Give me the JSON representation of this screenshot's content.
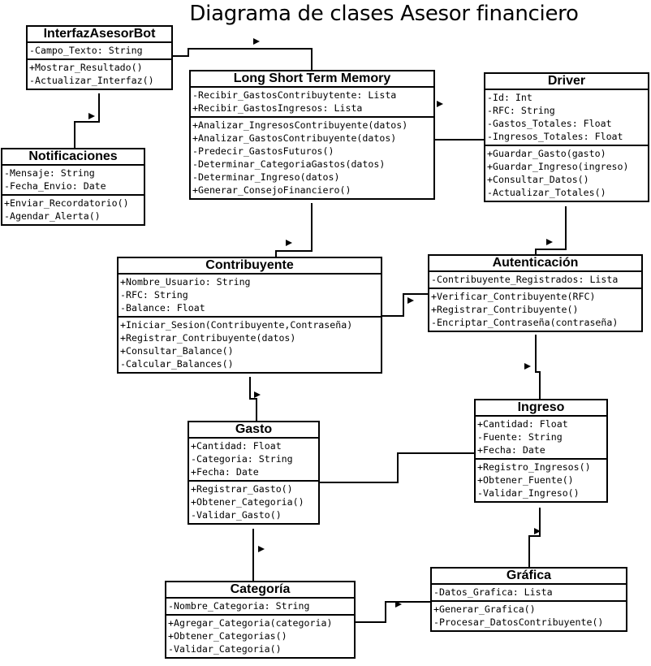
{
  "title": "Diagrama de clases Asesor financiero",
  "classes": {
    "interfaz": {
      "name": "InterfazAsesorBot",
      "attributes": [
        "-Campo_Texto: String"
      ],
      "operations": [
        "+Mostrar_Resultado()",
        "-Actualizar_Interfaz()"
      ]
    },
    "notificaciones": {
      "name": "Notificaciones",
      "attributes": [
        "-Mensaje: String",
        "-Fecha_Envio: Date"
      ],
      "operations": [
        "+Enviar_Recordatorio()",
        "-Agendar_Alerta()"
      ]
    },
    "lstm": {
      "name": "Long Short Term Memory",
      "attributes": [
        "-Recibir_GastosContribuytente: Lista",
        "+Recibir_GastosIngresos: Lista"
      ],
      "operations": [
        "+Analizar_IngresosContribuyente(datos)",
        "+Analizar_GastosContribuyente(datos)",
        "-Predecir_GastosFuturos()",
        "-Determinar_CategoriaGastos(datos)",
        "-Determinar_Ingreso(datos)",
        "+Generar_ConsejoFinanciero()"
      ]
    },
    "driver": {
      "name": "Driver",
      "attributes": [
        "-Id: Int",
        "-RFC: String",
        "-Gastos_Totales: Float",
        "-Ingresos_Totales: Float"
      ],
      "operations": [
        "+Guardar_Gasto(gasto)",
        "+Guardar_Ingreso(ingreso)",
        "+Consultar_Datos()",
        "-Actualizar_Totales()"
      ]
    },
    "contribuyente": {
      "name": "Contribuyente",
      "attributes": [
        "+Nombre_Usuario: String",
        "-RFC: String",
        "-Balance: Float"
      ],
      "operations": [
        "+Iniciar_Sesion(Contribuyente,Contraseña)",
        "+Registrar_Contribuyente(datos)",
        "+Consultar_Balance()",
        "-Calcular_Balances()"
      ]
    },
    "autenticacion": {
      "name": "Autenticación",
      "attributes": [
        "-Contribuyente_Registrados: Lista"
      ],
      "operations": [
        "+Verificar_Contribuyente(RFC)",
        "+Registrar_Contribuyente()",
        "-Encriptar_Contraseña(contraseña)"
      ]
    },
    "gasto": {
      "name": "Gasto",
      "attributes": [
        "+Cantidad: Float",
        "-Categoria: String",
        "+Fecha: Date"
      ],
      "operations": [
        "+Registrar_Gasto()",
        "+Obtener_Categoria()",
        "-Validar_Gasto()"
      ]
    },
    "ingreso": {
      "name": "Ingreso",
      "attributes": [
        "+Cantidad: Float",
        "-Fuente: String",
        "+Fecha: Date"
      ],
      "operations": [
        "+Registro_Ingresos()",
        "+Obtener_Fuente()",
        "-Validar_Ingreso()"
      ]
    },
    "categoria": {
      "name": "Categoría",
      "attributes": [
        "-Nombre_Categoria: String"
      ],
      "operations": [
        "+Agregar_Categoria(categoria)",
        "+Obtener_Categorias()",
        "-Validar_Categoria()"
      ]
    },
    "grafica": {
      "name": "Gráfica",
      "attributes": [
        "-Datos_Grafica: Lista"
      ],
      "operations": [
        "+Generar_Grafica()",
        "-Procesar_DatosContribuyente()"
      ]
    }
  },
  "associations": [
    {
      "from": "interfaz",
      "to": "lstm"
    },
    {
      "from": "interfaz",
      "to": "notificaciones"
    },
    {
      "from": "lstm",
      "to": "driver"
    },
    {
      "from": "lstm",
      "to": "contribuyente"
    },
    {
      "from": "driver",
      "to": "autenticacion"
    },
    {
      "from": "contribuyente",
      "to": "autenticacion"
    },
    {
      "from": "contribuyente",
      "to": "gasto"
    },
    {
      "from": "autenticacion",
      "to": "ingreso"
    },
    {
      "from": "gasto",
      "to": "ingreso"
    },
    {
      "from": "gasto",
      "to": "categoria"
    },
    {
      "from": "ingreso",
      "to": "grafica"
    },
    {
      "from": "categoria",
      "to": "grafica"
    }
  ]
}
